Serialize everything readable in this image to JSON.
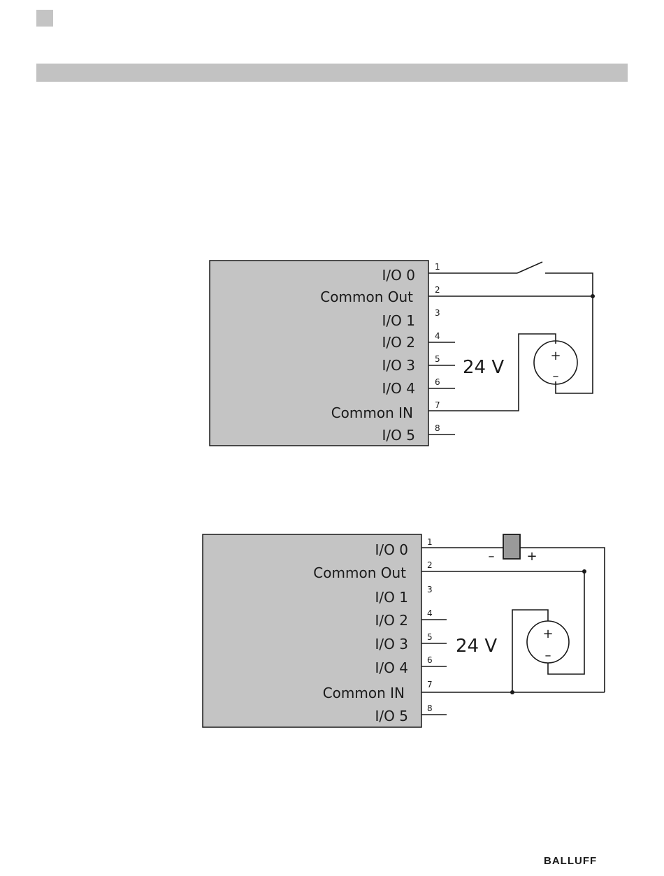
{
  "diagrams": [
    {
      "terminals": [
        {
          "pin": "1",
          "label": "I/O 0"
        },
        {
          "pin": "2",
          "label": "Common Out"
        },
        {
          "pin": "3",
          "label": "I/O 1"
        },
        {
          "pin": "4",
          "label": "I/O 2"
        },
        {
          "pin": "5",
          "label": "I/O 3"
        },
        {
          "pin": "6",
          "label": "I/O 4"
        },
        {
          "pin": "7",
          "label": "Common IN"
        },
        {
          "pin": "8",
          "label": "I/O 5"
        }
      ],
      "supply_label": "24 V",
      "source_plus": "+",
      "source_minus": "–"
    },
    {
      "terminals": [
        {
          "pin": "1",
          "label": "I/O 0"
        },
        {
          "pin": "2",
          "label": "Common Out"
        },
        {
          "pin": "3",
          "label": "I/O 1"
        },
        {
          "pin": "4",
          "label": "I/O 2"
        },
        {
          "pin": "5",
          "label": "I/O 3"
        },
        {
          "pin": "6",
          "label": "I/O 4"
        },
        {
          "pin": "7",
          "label": "Common IN"
        },
        {
          "pin": "8",
          "label": "I/O 5"
        }
      ],
      "supply_label": "24 V",
      "source_plus": "+",
      "source_minus": "–",
      "load_minus": "–",
      "load_plus": "+"
    }
  ],
  "footer": {
    "logo_text": "BALLUFF"
  },
  "colors": {
    "box_fill": "#c4c4c4",
    "wire": "#1a1a1a",
    "header_bar": "#c2c2c2"
  }
}
